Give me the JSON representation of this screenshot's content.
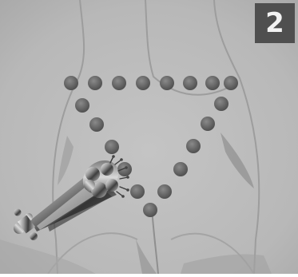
{
  "panel": {
    "number": "2"
  },
  "colors": {
    "background": "#bdbdbd",
    "dot": "#5c5c5c",
    "dot_highlight": "#8a8a8a",
    "anatomy_line": "#9a9a9a",
    "shadow": "#7c7c7c",
    "label_background": "#4f4f4f",
    "label_text": "#f2f2f2"
  },
  "illustration": {
    "subject": "lower-back-and-buttocks",
    "markers": "dotted-triangle",
    "instrument": "multi-needle-roller-handpiece"
  }
}
